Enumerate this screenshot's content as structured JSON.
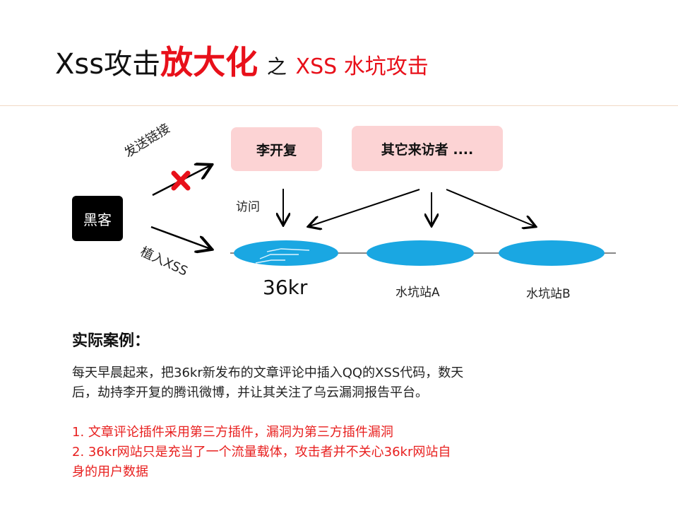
{
  "title": {
    "part1": "Xss攻击",
    "part2": "放大化",
    "part3": "之",
    "part4": "XSS 水坑攻击"
  },
  "diagram": {
    "hacker": "黑客",
    "send_link": "发送链接",
    "plant_xss": "植入XSS",
    "visit": "访问",
    "target_user": "李开复",
    "other_visitors": "其它来访者 ....",
    "sites": [
      "36kr",
      "水坑站A",
      "水坑站B"
    ]
  },
  "case": {
    "heading": "实际案例：",
    "paragraph": [
      "每天早晨起来，把36kr新发布的文章评论中插入QQ的XSS代码，数天",
      "后，劫持李开复的腾讯微博，并让其关注了乌云漏洞报告平台。"
    ],
    "points": [
      "1. 文章评论插件采用第三方插件，漏洞为第三方插件漏洞",
      "2. 36kr网站只是充当了一个流量载体，攻击者并不关心36kr网站自",
      "身的用户数据"
    ]
  },
  "colors": {
    "accent": "#e8101a",
    "pink": "#fcd3d4",
    "water": "#1aa7e2"
  }
}
